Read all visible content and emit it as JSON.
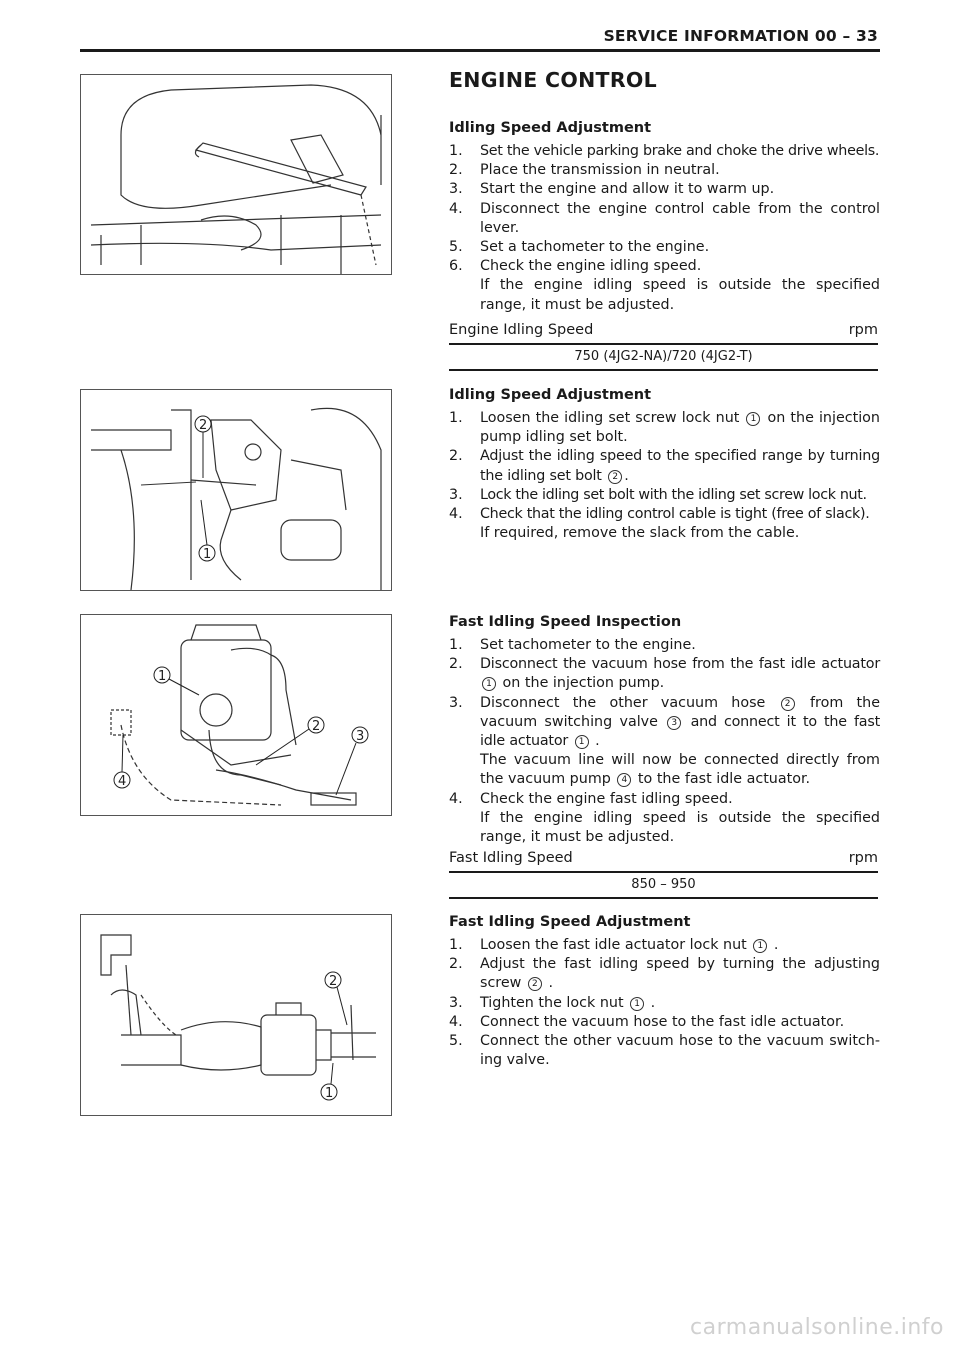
{
  "header": {
    "title": "SERVICE INFORMATION 00 – 33"
  },
  "main_title": "ENGINE CONTROL",
  "section1": {
    "heading": "Idling Speed Adjustment",
    "steps": [
      {
        "num": "1.",
        "text": "Set the vehicle parking brake and choke the drive wheels."
      },
      {
        "num": "2.",
        "text": "Place the transmission in neutral."
      },
      {
        "num": "3.",
        "text": "Start the engine and allow it to warm up."
      },
      {
        "num": "4.",
        "text": "Disconnect the engine control cable from the control lever."
      },
      {
        "num": "5.",
        "text": "Set a tachometer to the engine."
      },
      {
        "num": "6.",
        "text": "Check the engine idling speed.",
        "text2": "If the engine idling speed is outside the specified range, it must be adjusted."
      }
    ],
    "spec": {
      "label": "Engine Idling Speed",
      "unit": "rpm",
      "value": "750 (4JG2-NA)/720 (4JG2-T)"
    }
  },
  "section2": {
    "heading": "Idling Speed Adjustment",
    "steps": [
      {
        "num": "1.",
        "pre": "Loosen the idling set screw lock nut",
        "circ": "1",
        "post": "on the injection pump idling set bolt."
      },
      {
        "num": "2.",
        "pre": "Adjust the idling speed to the specified range by turning the idling set bolt",
        "circ": "2",
        "post": "."
      },
      {
        "num": "3.",
        "text": "Lock the idling set bolt with the idling set screw lock nut."
      },
      {
        "num": "4.",
        "text": "Check that the idling control cable is tight (free of slack).",
        "text2": "If required, remove the slack from the cable."
      }
    ]
  },
  "section3": {
    "heading": "Fast Idling Speed Inspection",
    "steps": [
      {
        "num": "1.",
        "text": "Set tachometer to the engine."
      },
      {
        "num": "2.",
        "pre": "Disconnect the vacuum hose from the fast idle actuator",
        "circ": "1",
        "post": "on the injection pump."
      },
      {
        "num": "3.",
        "pre": "Disconnect the other vacuum hose",
        "circ": "2",
        "mid": "from the vacuum switching valve",
        "circ2": "3",
        "mid2": "and connect it to the fast idle actuator",
        "circ3": "1",
        "post": ".",
        "line2_pre": "The vacuum line will now be connected directly from the vacuum pump",
        "line2_circ": "4",
        "line2_post": "to the fast idle actuator."
      },
      {
        "num": "4.",
        "text": "Check the engine fast idling speed.",
        "text2": "If the engine idling speed is outside the specified range, it must be adjusted."
      }
    ],
    "spec": {
      "label": "Fast Idling Speed",
      "unit": "rpm",
      "value": "850 – 950"
    }
  },
  "section4": {
    "heading": "Fast Idling Speed Adjustment",
    "steps": [
      {
        "num": "1.",
        "pre": "Loosen the fast idle actuator lock nut",
        "circ": "1",
        "post": "."
      },
      {
        "num": "2.",
        "pre": "Adjust the fast idling speed by turning the adjusting screw",
        "circ": "2",
        "post": "."
      },
      {
        "num": "3.",
        "pre": "Tighten the lock nut",
        "circ": "1",
        "post": "."
      },
      {
        "num": "4.",
        "text": "Connect the vacuum hose to the fast idle actuator."
      },
      {
        "num": "5.",
        "text": "Connect the other vacuum hose to the vacuum switch-ing valve."
      }
    ]
  },
  "figures": {
    "fig2_callouts": [
      "2",
      "1"
    ],
    "fig3_callouts": [
      "1",
      "2",
      "3",
      "4"
    ],
    "fig4_callouts": [
      "2",
      "1"
    ]
  },
  "watermark": "carmanualsonline.info"
}
